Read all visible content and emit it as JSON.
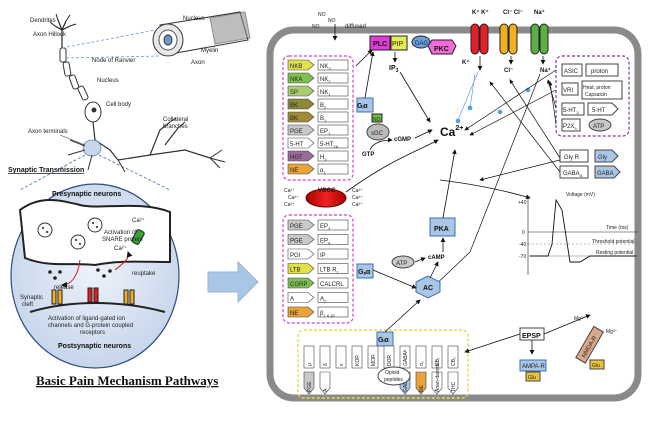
{
  "title": "Basic Pain Mechanism Pathways",
  "neuron": {
    "dendrites": "Dendrites",
    "axon_hillock": "Axon Hillock",
    "nucleus_top": "Nucleus",
    "myelin": "Myelin",
    "axon": "Axon",
    "node_of_ranvier": "Node of Ranvier",
    "nucleus": "Nucleus",
    "cell_body": "Cell body",
    "collateral": "Collateral",
    "branches": "branches",
    "axon_terminals": "Axon terminals"
  },
  "synapse": {
    "heading": "Synaptic Transmission",
    "pre": "Presynaptic neurons",
    "activation_snare_1": "Activation of",
    "activation_snare_2": "SNARE protein",
    "ca": "Ca²⁺",
    "release": "release",
    "reuptake": "reuptake",
    "synaptic": "Synaptic",
    "cleft": "cleft",
    "act_line1": "Activation of ligand-gated ion",
    "act_line2": "channels and G-protein coupled",
    "act_line3": "receptors",
    "post": "Postsynaptic neurons"
  },
  "pathway": {
    "no_1": "NO",
    "no_2": "NO",
    "no_3": "NO",
    "diffused": "diffused",
    "plc": "PLC",
    "pip": "PIP",
    "dag": "DAG",
    "pkc": "PKC",
    "ip3": "IP",
    "ip3_sub": "3",
    "k_top": "K⁺ K⁺",
    "cl_top": "Cl⁻ Cl⁻",
    "na_top": "Na⁺",
    "k_mid": "K⁺",
    "cl_mid": "Cl⁻",
    "na_mid": "Na⁺",
    "ca_center": "Ca",
    "ca_sup": "2+",
    "no_sgc": "NO",
    "sgc": "sGC",
    "cgmp": "cGMP",
    "gtp": "GTP",
    "gi_top": "Gᵢα",
    "gs_mid": "Gₛα",
    "gq_bot": "Gₐα",
    "vocc": "VOCC",
    "pka": "PKA",
    "atp_mid": "ATP",
    "camp": "cAMP",
    "ac": "AC",
    "epsp": "EPSP",
    "ampa": "AMPA-R",
    "glu_ampa": "Glu",
    "nmda": "NMDA-R",
    "glu_nmda": "Glu",
    "mg_1": "Mg²⁺",
    "mg_2": "Mg²⁺",
    "opioid_1": "Opioid",
    "opioid_2": "peptides",
    "ca_labels": [
      "Ca²⁺",
      "Ca²⁺",
      "Ca²⁺",
      "Ca²⁺",
      "Ca²⁺",
      "Ca²⁺"
    ]
  },
  "gi_receptors": [
    {
      "ligand": "NKB",
      "receptor": "NK",
      "sub": "3",
      "color": "#e0e04a"
    },
    {
      "ligand": "NKA",
      "receptor": "NK",
      "sub": "2",
      "color": "#7fc14f"
    },
    {
      "ligand": "SP",
      "receptor": "NK",
      "sub": "1",
      "color": "#a9cc6f"
    },
    {
      "ligand": "BK",
      "receptor": "B",
      "sub": "2",
      "color": "#8a8a3a"
    },
    {
      "ligand": "BK",
      "receptor": "B",
      "sub": "1",
      "color": "#a08a3a"
    },
    {
      "ligand": "PGE",
      "receptor": "EP",
      "sub": "1",
      "color": "#c9c9c9"
    },
    {
      "ligand": "5-HT",
      "receptor": "5-HT",
      "sub": "2A",
      "color": "#ffffff"
    },
    {
      "ligand": "HGT",
      "receptor": "H",
      "sub": "1",
      "color": "#9c6b9c"
    },
    {
      "ligand": "NE",
      "receptor": "α",
      "sub": "1",
      "color": "#e9a33b"
    }
  ],
  "gs_receptors": [
    {
      "ligand": "PGE",
      "receptor": "EP",
      "sub": "3",
      "color": "#c9c9c9"
    },
    {
      "ligand": "PGE",
      "receptor": "EP",
      "sub": "4",
      "color": "#c9c9c9"
    },
    {
      "ligand": "PGI",
      "receptor": "IP",
      "sub": "",
      "color": "#ffffff"
    },
    {
      "ligand": "LTB",
      "receptor": "LTB R",
      "sub": "1",
      "color": "#e0e04a"
    },
    {
      "ligand": "CGRP",
      "receptor": "CALCRL",
      "sub": "",
      "color": "#7fc14f"
    },
    {
      "ligand": "A",
      "receptor": "A",
      "sub": "2",
      "color": "#ffffff"
    },
    {
      "ligand": "NE",
      "receptor": "β",
      "sub": "1 & β2",
      "color": "#e9a33b"
    }
  ],
  "right_box": {
    "asic": "ASIC",
    "proton": "proton",
    "vr1": "VRI",
    "heat_1": "Heat, proton",
    "heat_2": "Capsaicin",
    "ht3": "5-HT",
    "ht3_sub": "3",
    "ht_lig": "5-HT",
    "p2x": "P2X",
    "p2x_sub": "3",
    "atp": "ATP"
  },
  "inhib": {
    "gly_r": "Gly R",
    "gly": "Gly",
    "gaba_a": "GABA",
    "gaba_a_sub": "A",
    "gaba": "GABA"
  },
  "bottom_receptors": {
    "gq": "Gᵢα",
    "receptors": [
      "μ",
      "δ",
      "κ",
      "KOR",
      "MOR",
      "DOR",
      "GABAᴮ",
      "α₂",
      "CB₁",
      "CB₂"
    ],
    "ligands": [
      "PGE",
      "A",
      "",
      "",
      "",
      "",
      "GABA",
      "NE",
      "Anan-damide",
      "THC"
    ]
  },
  "action_potential": {
    "y_label": "Voltage (mV)",
    "x_label": "Time (ms)",
    "ticks_y": [
      "+40",
      "0",
      "-40",
      "-70"
    ],
    "threshold": "Threshold potential",
    "resting": "Resting potential"
  },
  "colors": {
    "membrane": "#8a8a8a",
    "k_channel": "#e0202a",
    "cl_channel": "#f0b020",
    "na_channel": "#5ab045",
    "magenta_box": "#d640c8",
    "purple_box": "#7a3aa0",
    "yellow_box": "#f0e060",
    "arrow_blue": "#aac6e6"
  }
}
